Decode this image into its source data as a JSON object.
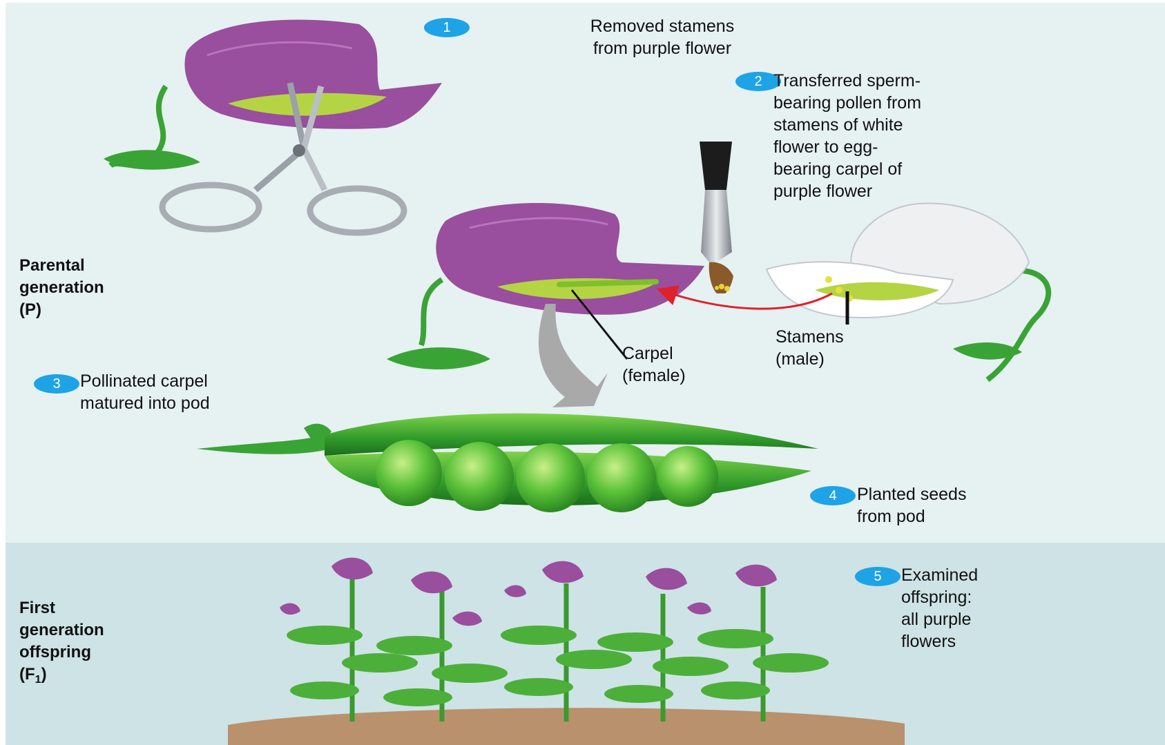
{
  "steps": [
    {
      "number": "1",
      "lines": [
        "Removed stamens",
        "from purple flower"
      ]
    },
    {
      "number": "2",
      "lines": [
        "Transferred sperm-",
        "bearing pollen from",
        "stamens of white",
        "flower to egg-",
        "bearing carpel of",
        "purple flower"
      ]
    },
    {
      "number": "3",
      "lines": [
        "Pollinated carpel",
        "matured into pod"
      ]
    },
    {
      "number": "4",
      "lines": [
        "Planted seeds",
        "from pod"
      ]
    },
    {
      "number": "5",
      "lines": [
        "Examined",
        "offspring:",
        "all purple",
        "flowers"
      ]
    }
  ],
  "labels": {
    "carpel": [
      "Carpel",
      "(female)"
    ],
    "stamens": [
      "Stamens",
      "(male)"
    ]
  },
  "generations": {
    "parental": [
      "Parental",
      "generation",
      "(P)"
    ],
    "first": [
      "First",
      "generation",
      "offspring",
      "(F",
      "1",
      ")"
    ]
  },
  "colors": {
    "panel_top": "#e6f1f2",
    "panel_bottom": "#cde3e6",
    "badge": "#1ea3e6",
    "purple_petal": "#9a4e9e",
    "leaf_green": "#3aa336",
    "arrow_red": "#e0202a"
  }
}
